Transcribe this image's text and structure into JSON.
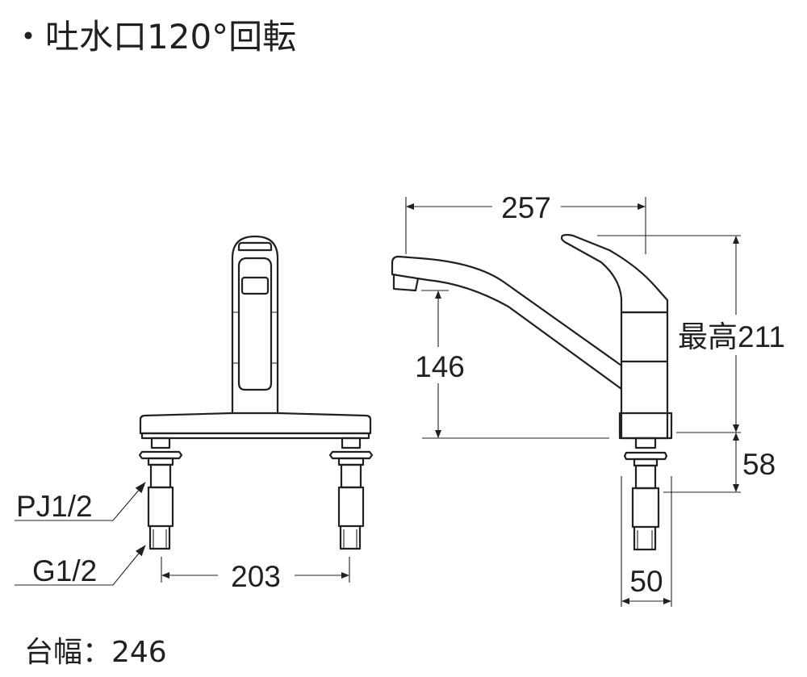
{
  "title": "・吐水口120°回転",
  "labels": {
    "thread_upper": "PJ1/2",
    "thread_lower": "G1/2",
    "base_width": "台幅：246"
  },
  "dimensions": {
    "leg_spacing": "203",
    "spout_reach": "257",
    "spout_height": "146",
    "max_height": "最高211",
    "below_deck": "58",
    "body_width": "50"
  }
}
